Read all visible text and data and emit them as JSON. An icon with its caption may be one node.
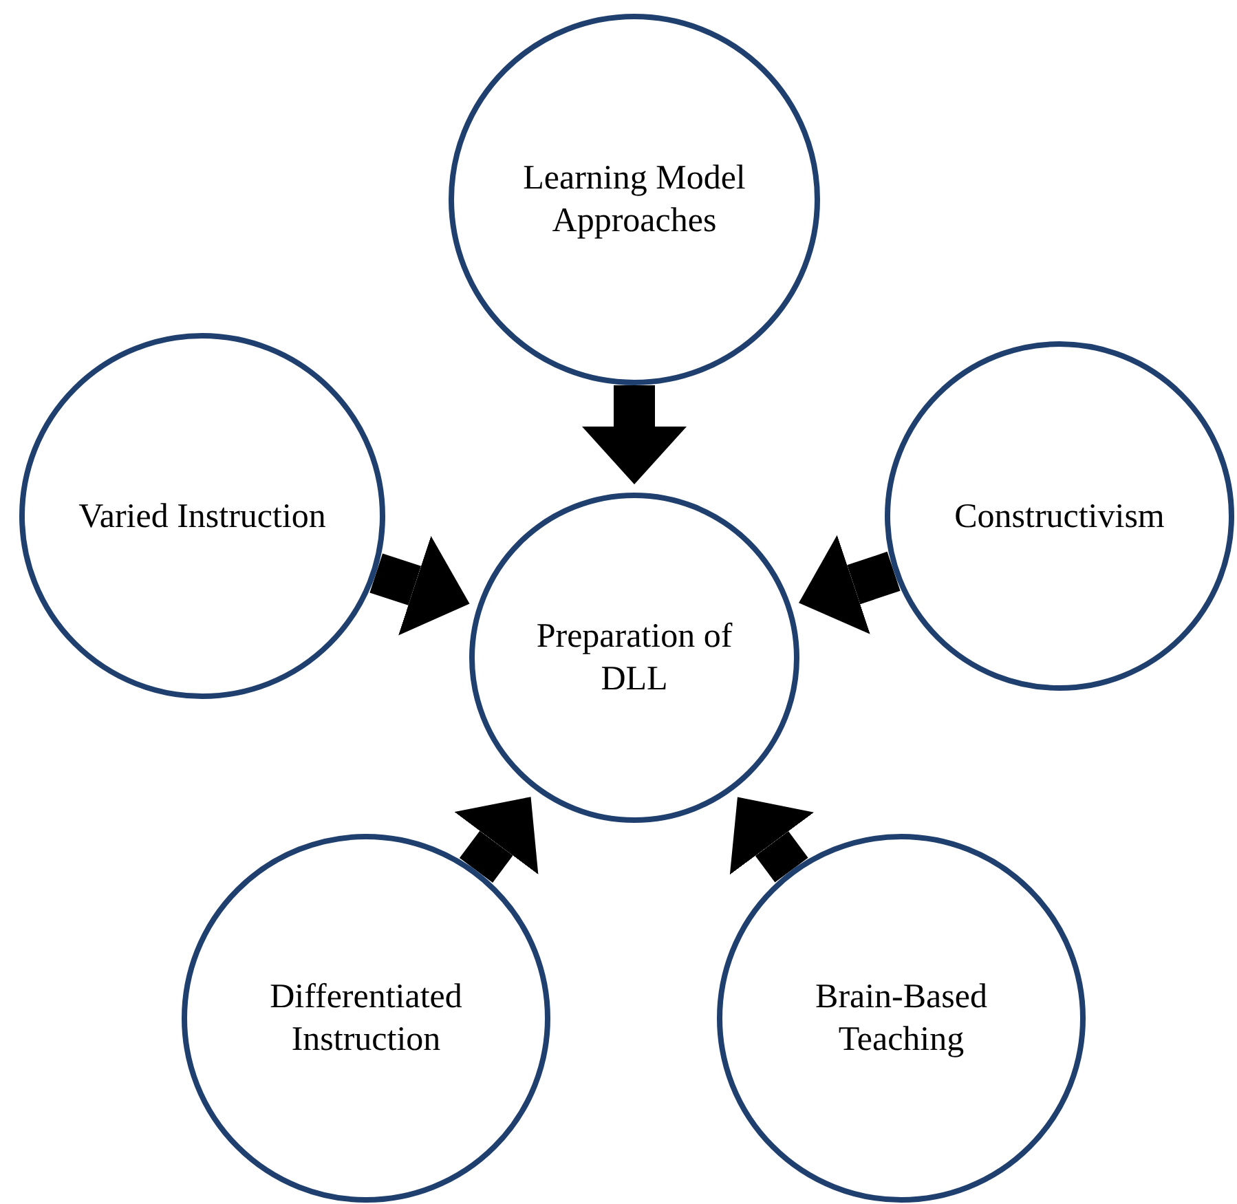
{
  "diagram": {
    "nodes": [
      {
        "text": [
          "Learning Model Approaches"
        ]
      },
      {
        "text": [
          "Varied Instruction"
        ]
      },
      {
        "text": [
          "Preparation of DLL"
        ]
      },
      {
        "text": [
          "Constructivism"
        ]
      },
      {
        "text": [
          "Differentiated Instruction"
        ]
      },
      {
        "text": [
          "Brain-Based Teaching"
        ]
      }
    ],
    "edges": [
      {
        "from": 0,
        "to": 2,
        "arrow": "to"
      },
      {
        "from": 1,
        "to": 2,
        "arrow": "to"
      },
      {
        "from": 3,
        "to": 2,
        "arrow": "to"
      },
      {
        "from": 4,
        "to": 2,
        "arrow": "to"
      },
      {
        "from": 5,
        "to": 2,
        "arrow": "to"
      }
    ]
  }
}
